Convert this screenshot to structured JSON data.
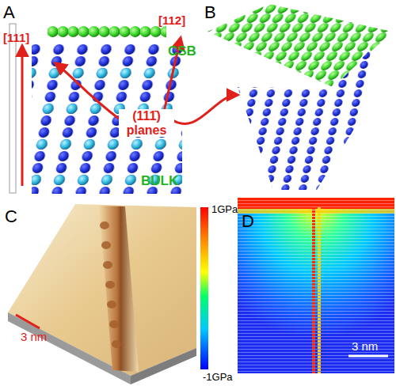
{
  "diagram": {
    "labels": [
      "A",
      "[111]",
      "[112]",
      "CSB",
      "BULK",
      "(111̄) planes",
      "B",
      "C",
      "3 nm",
      "1GPa",
      "-1GPa",
      "D",
      "3 nm"
    ]
  }
}
